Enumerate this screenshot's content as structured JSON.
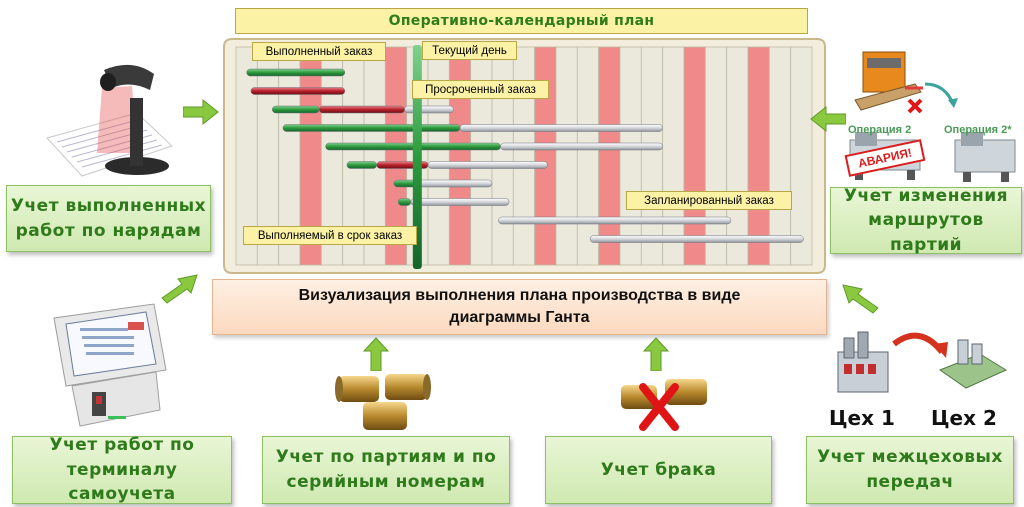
{
  "plan": {
    "title": "Оперативно-календарный план",
    "callouts": {
      "completed": "Выполненный заказ",
      "current_day": "Текущий день",
      "overdue": "Просроченный заказ",
      "planned": "Запланированный заказ",
      "on_time": "Выполняемый в срок заказ"
    },
    "red_columns": [
      3,
      7,
      10,
      14,
      17,
      21,
      24
    ],
    "current_day_column": 8,
    "total_columns": 27,
    "orders": [
      {
        "start": 0.5,
        "green": 4.6,
        "red": 0,
        "grey": 0
      },
      {
        "start": 0.7,
        "green": 0,
        "red": 4.4,
        "grey": 0
      },
      {
        "start": 1.7,
        "green": 2.2,
        "red": 4.0,
        "grey": 2.3
      },
      {
        "start": 2.2,
        "green": 8.3,
        "red": 0,
        "grey": 9.5
      },
      {
        "start": 4.2,
        "green": 8.2,
        "red": 0,
        "grey": 7.6
      },
      {
        "start": 5.2,
        "green": 1.4,
        "red": 2.4,
        "grey": 5.6
      },
      {
        "start": 7.4,
        "green": 1.1,
        "red": 0,
        "grey": 3.5
      },
      {
        "start": 7.6,
        "green": 0.6,
        "red": 0,
        "grey": 4.6
      },
      {
        "start": 12.3,
        "green": 0,
        "red": 0,
        "grey": 10.9
      },
      {
        "start": 16.6,
        "green": 0,
        "red": 0,
        "grey": 10.0
      }
    ]
  },
  "visualization": {
    "line1": "Визуализация выполнения плана производства в виде",
    "line2": "диаграммы Ганта"
  },
  "boxes": {
    "work_orders": {
      "line1": "Учет выполненных",
      "line2": "работ по нарядам"
    },
    "route_changes": {
      "line1": "Учет изменения",
      "line2": "маршрутов партий"
    },
    "terminal": {
      "line1": "Учет работ по",
      "line2": "терминалу самоучета"
    },
    "batches": {
      "line1": "Учет по партиям и по",
      "line2": "серийным номерам"
    },
    "defects": {
      "line1": "Учет брака"
    },
    "transfers": {
      "line1": "Учет межцеховых",
      "line2": "передач"
    }
  },
  "operations": {
    "op2": "Операция 2",
    "op2star": "Операция 2*",
    "alarm": "АВАРИЯ!"
  },
  "workshops": {
    "cex1": "Цех 1",
    "cex2": "Цех 2"
  },
  "colors": {
    "accent_green": "#2f7a1a",
    "arrow_green": "#8ac83f",
    "grid_red": "#f08a8a",
    "bar_green": "#2d9a3e",
    "bar_red": "#b8202a"
  }
}
